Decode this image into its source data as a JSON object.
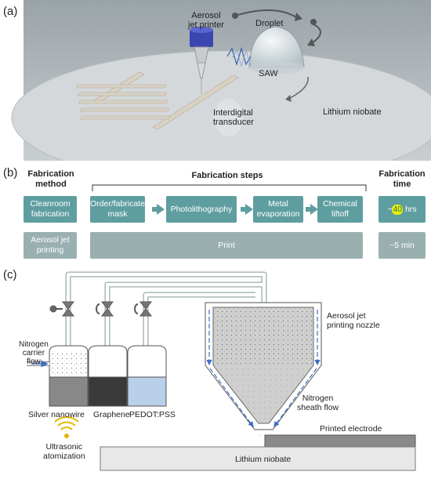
{
  "panel_a": {
    "letter": "(a)",
    "labels": {
      "printer": "Aerosol\njet printer",
      "droplet": "Droplet",
      "saw": "SAW",
      "idt": "Interdigital\ntransducer",
      "substrate": "Lithium niobate"
    }
  },
  "panel_b": {
    "letter": "(b)",
    "headers": {
      "method": "Fabrication\nmethod",
      "steps": "Fabrication steps",
      "time": "Fabrication\ntime"
    },
    "row1": {
      "method": "Cleanroom\nfabrication",
      "steps": [
        "Order/fabricate\nmask",
        "Photolithography",
        "Metal\nevaporation",
        "Chemical\nliftoff"
      ],
      "time_prefix": "~",
      "time_highlight": "40",
      "time_suffix": " hrs"
    },
    "row2": {
      "method": "Aerosol jet\nprinting",
      "step": "Print",
      "time": "~5 min"
    },
    "colors": {
      "teal": "#5f9ea0",
      "grey": "#9ab0b0",
      "highlight": "#e8f000"
    }
  },
  "panel_c": {
    "letter": "(c)",
    "labels": {
      "nitrogen_carrier": "Nitrogen\ncarrier\nflow",
      "silver": "Silver nanowire",
      "graphene": "Graphene",
      "pedot": "PEDOT:PSS",
      "ultrasonic": "Ultrasonic\natomization",
      "nozzle": "Aerosol jet\nprinting nozzle",
      "sheath": "Nitrogen\nsheath flow",
      "electrode": "Printed electrode",
      "substrate": "Lithium niobate"
    }
  }
}
